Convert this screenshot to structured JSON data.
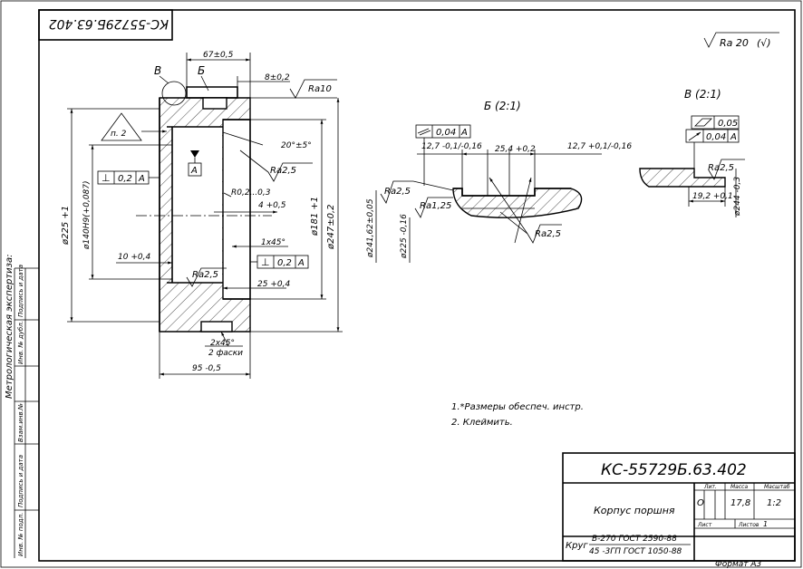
{
  "drawing_number": "КС-55729Б.63.402",
  "drawing_number_rotated": "КС-55729Б.63.402",
  "roughness_general": "Ra 20",
  "roughness_check": "(√)",
  "part_name": "Корпус поршня",
  "material_label": "Круг",
  "material_line1": "В-270  ГОСТ 2590-88",
  "material_line2": "45 -3ГП  ГОСТ 1050-88",
  "title_block": {
    "lit_header": "Лит.",
    "mass_header": "Масса",
    "scale_header": "Масштаб",
    "lit_value": "О",
    "mass_value": "17,8",
    "scale_value": "1:2",
    "sheet_label": "Лист",
    "sheets_label": "Листов",
    "sheets_value": "1"
  },
  "format": "Формат А3",
  "notes": [
    "1.*Размеры обеспеч. инстр.",
    "2. Клеймить."
  ],
  "left_margin": {
    "metrology": "Метрологическая экспертиза:",
    "col_labels": [
      "Инв. № подл.",
      "Подпись и дата",
      "Взам.инв.№",
      "Инв. № дубл.",
      "Подпись и дата"
    ]
  },
  "main_view": {
    "dim_67": "67±0,5",
    "dim_8": "8±0,2",
    "ra10": "Ra10",
    "label_v": "В",
    "label_b": "Б",
    "p2": "п. 2",
    "angle": "20°±5°",
    "ra25_a": "Ra2,5",
    "ra25_b": "Ra2,5",
    "datum_a": "А",
    "perp_sym": "⊥",
    "perp_val": "0,2",
    "perp_ref": "А",
    "r_dim": "R0,2...0,3",
    "dim_4": "4 +0,5",
    "dim_225": "ø225 +1",
    "dim_140": "ø140H9(+0,087)",
    "dim_181": "ø181 +1",
    "dim_247": "ø247±0,2",
    "dim_10": "10 +0,4",
    "chamfer_1x45": "1x45°",
    "perp2_val": "0,2",
    "perp2_ref": "А",
    "dim_25": "25 +0,4",
    "chamfer_2x45": "2x45°",
    "chamfer_note": "2 фаски",
    "dim_95": "95 -0,5"
  },
  "detail_b": {
    "title": "Б (2:1)",
    "parallel_val": "0,04",
    "parallel_ref": "А",
    "dim_127a": "12,7 -0,1/-0,16",
    "dim_254": "25,4 +0,2",
    "dim_127b": "12,7 +0,1/-0,16",
    "ra25_left": "Ra2,5",
    "ra125": "Ra1,25",
    "ra25_bottom": "Ra2,5",
    "dim_241": "ø241,62±0,05",
    "dim_225": "ø225 -0,16"
  },
  "detail_v": {
    "title": "В (2:1)",
    "flat_val": "0,05",
    "runout_val": "0,04",
    "runout_ref": "А",
    "ra25": "Ra2,5",
    "dim_192": "19,2 +0,1",
    "dim_244": "ø244 -0,3"
  }
}
